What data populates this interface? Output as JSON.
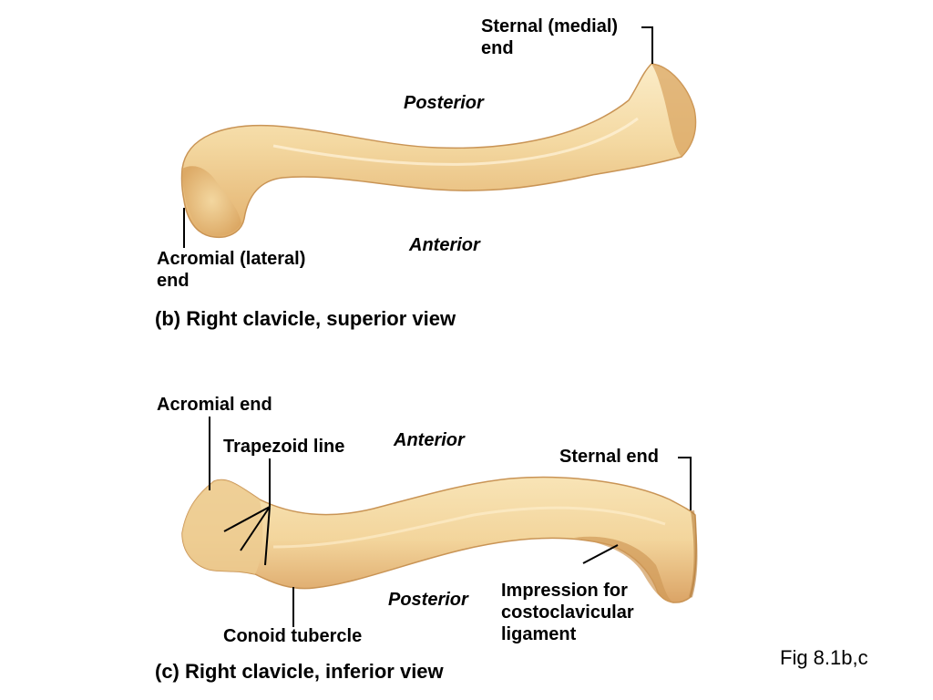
{
  "panel_b": {
    "labels": {
      "sternal_end": "Sternal (medial)\nend",
      "posterior": "Posterior",
      "anterior": "Anterior",
      "acromial_end": "Acromial (lateral)\nend"
    },
    "caption": "(b) Right clavicle, superior view"
  },
  "panel_c": {
    "labels": {
      "acromial_end": "Acromial end",
      "trapezoid_line": "Trapezoid line",
      "anterior": "Anterior",
      "sternal_end": "Sternal end",
      "posterior": "Posterior",
      "impression": "Impression for\ncostoclavicular\nligament",
      "conoid_tubercle": "Conoid tubercle"
    },
    "caption": "(c) Right clavicle, inferior view"
  },
  "figure_ref": "Fig 8.1b,c",
  "colors": {
    "bone_light": "#f6ddaa",
    "bone_mid": "#efc88a",
    "bone_shadow": "#d9a35e",
    "leader_line": "#000000"
  }
}
